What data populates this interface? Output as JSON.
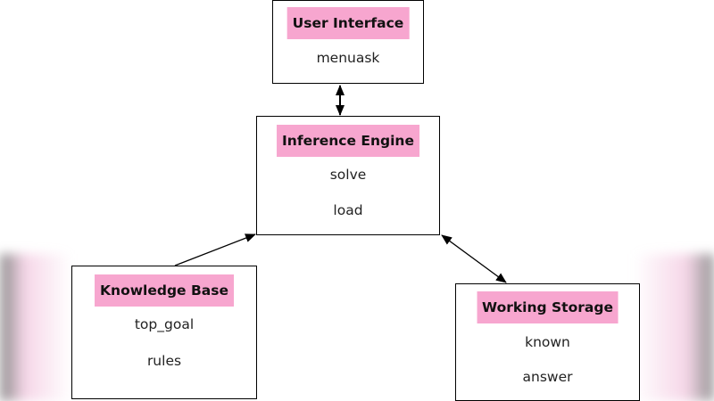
{
  "diagram": {
    "boxes": {
      "user_interface": {
        "title": "User Interface",
        "items": [
          "menuask"
        ]
      },
      "inference_engine": {
        "title": "Inference Engine",
        "items": [
          "solve",
          "load"
        ]
      },
      "knowledge_base": {
        "title": "Knowledge Base",
        "items": [
          "top_goal",
          "rules"
        ]
      },
      "working_storage": {
        "title": "Working Storage",
        "items": [
          "known",
          "answer"
        ]
      }
    },
    "connections": [
      {
        "from": "user_interface",
        "to": "inference_engine",
        "direction": "both"
      },
      {
        "from": "knowledge_base",
        "to": "inference_engine",
        "direction": "forward"
      },
      {
        "from": "inference_engine",
        "to": "working_storage",
        "direction": "both"
      }
    ],
    "colors": {
      "title_highlight": "#f7a6cf",
      "border": "#000000",
      "background": "#ffffff"
    }
  }
}
